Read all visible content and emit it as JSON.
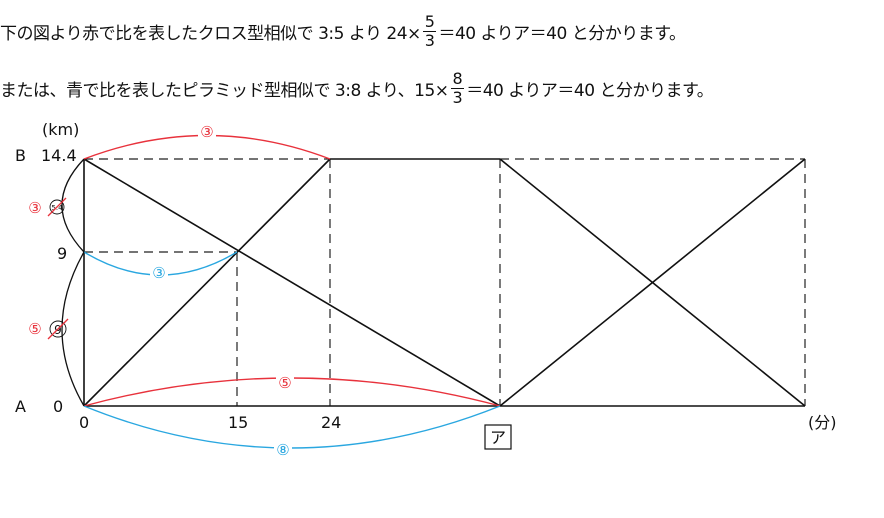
{
  "text": {
    "line1": {
      "before": "下の図より赤で比を表したクロス型相似で 3:5 より 24×",
      "frac_num": "5",
      "frac_den": "3",
      "after": "＝40 よりア＝40 と分かります。"
    },
    "line2": {
      "before": "または、青で比を表したピラミッド型相似で 3:8 より、15×",
      "frac_num": "8",
      "frac_den": "3",
      "after": "＝40 よりア＝40 と分かります。"
    }
  },
  "diagram": {
    "y_unit": "(km)",
    "x_unit": "(分)",
    "label_B": "B",
    "label_A": "A",
    "y_ticks": [
      "14.4",
      "9",
      "0"
    ],
    "x_ticks": [
      "0",
      "15",
      "24"
    ],
    "x_answer_box": "ア",
    "ratio_top_red": "③",
    "ratio_mid_blue": "③",
    "ratio_bottom_red": "⑤",
    "ratio_bottom_blue": "⑧",
    "ratio_left_red_upper": "③",
    "ratio_left_crossed_upper": "5.4",
    "ratio_left_red_lower": "⑤",
    "ratio_left_crossed_lower": "9",
    "colors": {
      "red": "#e8323c",
      "blue": "#2aa7e0",
      "black": "#111111"
    }
  }
}
